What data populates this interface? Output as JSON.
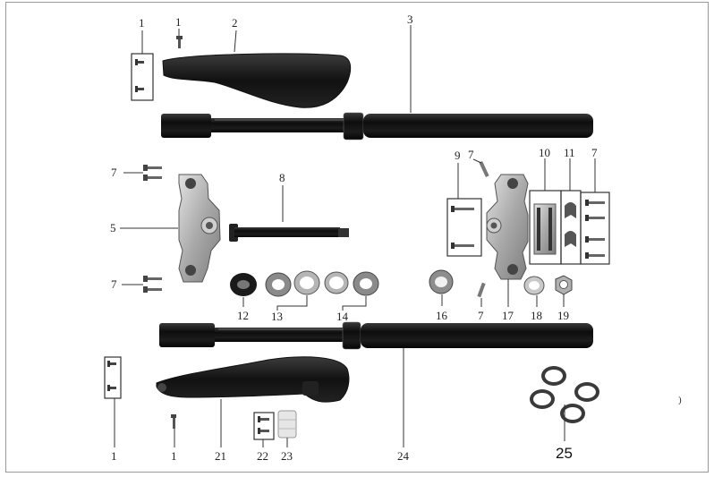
{
  "diagram": {
    "callouts": {
      "c1_top_a": "1",
      "c1_top_b": "1",
      "c2": "2",
      "c3": "3",
      "c7_a": "7",
      "c5": "5",
      "c8": "8",
      "c7_b": "7",
      "c9": "9",
      "c7_c": "7",
      "c10": "10",
      "c11": "11",
      "c7_d": "7",
      "c12": "12",
      "c13": "13",
      "c14": "14",
      "c16": "16",
      "c7_e": "7",
      "c17": "17",
      "c18": "18",
      "c19": "19",
      "c1_bot_a": "1",
      "c1_bot_b": "1",
      "c21": "21",
      "c22": "22",
      "c23": "23",
      "c24": "24",
      "c25": "25"
    },
    "colors": {
      "part_black": "#141414",
      "part_dark": "#2b2b2b",
      "part_silver": "#b9b9b9",
      "line": "#333333"
    }
  }
}
